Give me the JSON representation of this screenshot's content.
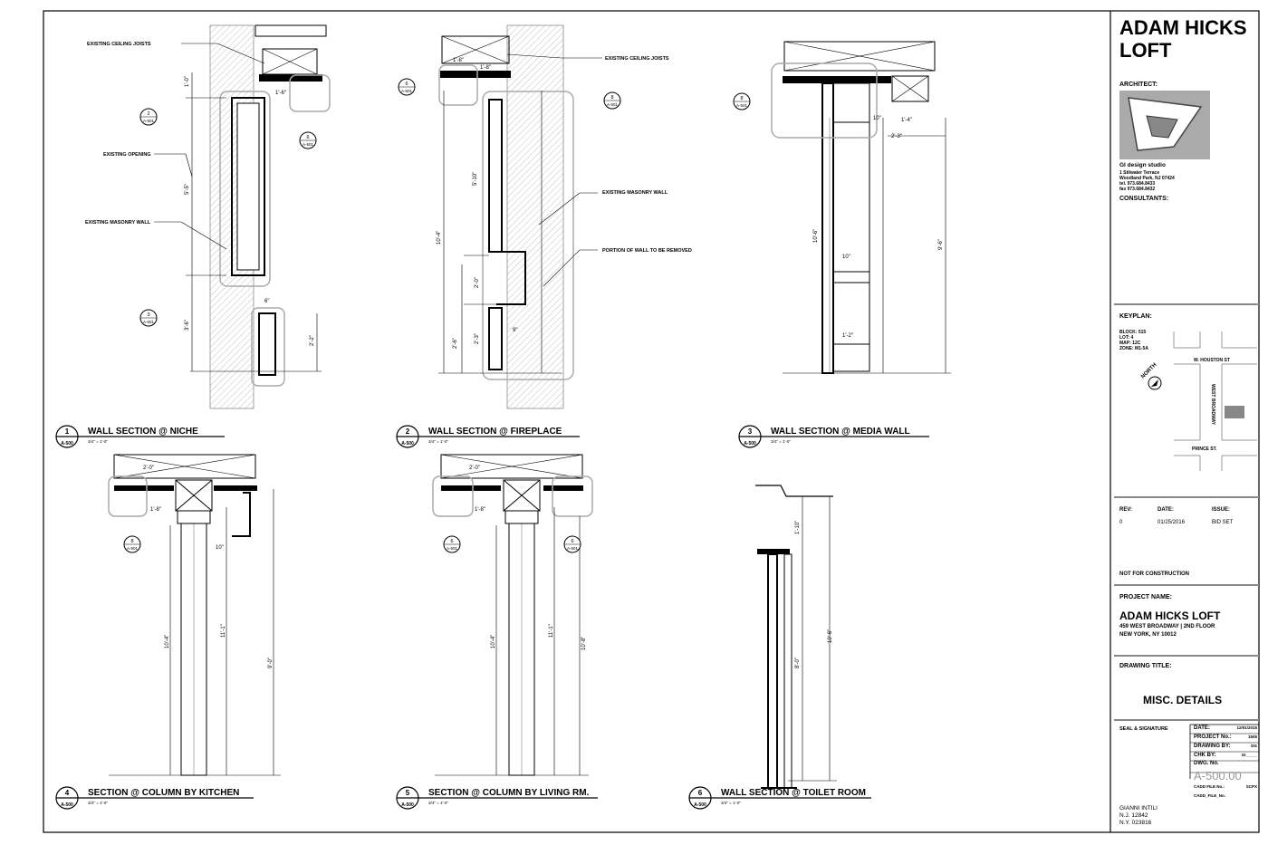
{
  "sheet": {
    "project_title": "ADAM HICKS LOFT",
    "architect_label": "ARCHITECT:",
    "architect_firm": "GI design studio",
    "architect_address": [
      "1 Stilwater Terrace",
      "Woodland Park, NJ 07424",
      "tel. 973.684.8433",
      "fax 973.684.8432"
    ],
    "consultants_label": "CONSULTANTS:",
    "keyplan_label": "KEYPLAN:",
    "keyplan_info": [
      "BLOCK: 515",
      "LOT: 4",
      "MAP: 12C",
      "ZONE: M1-5A"
    ],
    "keyplan_streets": {
      "north": "W. HOUSTON ST",
      "east": "WEST BROADWAY",
      "south": "PRINCE ST."
    },
    "north_label": "NORTH",
    "rev_headers": [
      "REV:",
      "DATE:",
      "ISSUE:"
    ],
    "rev_row": [
      "0",
      "01/25/2016",
      "BID SET"
    ],
    "not_for_construction": "NOT FOR CONSTRUCTION",
    "project_name_label": "PROJECT NAME:",
    "project_name": "ADAM HICKS LOFT",
    "project_address": [
      "459 WEST BROADWAY | 2ND FLOOR",
      "NEW YORK, NY 10012"
    ],
    "drawing_title_label": "DRAWING TITLE:",
    "drawing_title": "MISC. DETAILS",
    "seal_label": "SEAL & SIGNATURE",
    "info_rows": [
      {
        "label": "DATE:",
        "value": "12/01/2015"
      },
      {
        "label": "PROJECT No.:",
        "value": "1505"
      },
      {
        "label": "DRAWING BY:",
        "value": "DG"
      },
      {
        "label": "CHK BY:",
        "value": "GI_____"
      },
      {
        "label": "DWG. No.",
        "value": ""
      }
    ],
    "dwg_number": "A-500.00",
    "cadd_label": "CADD FILE No.:",
    "cadd_value": "SCPX",
    "cadd_file_label": "CADD_FILE_No.",
    "architect_signature": [
      "GIANNI INTILI",
      "N.J. 12842",
      "N.Y. 023816"
    ]
  },
  "details": [
    {
      "number": "1",
      "sheet": "A-500",
      "title": "WALL SECTION @ NICHE",
      "scale": "3/4\" = 1'-0\""
    },
    {
      "number": "2",
      "sheet": "A-500",
      "title": "WALL SECTION @ FIREPLACE",
      "scale": "3/4\" = 1'-0\""
    },
    {
      "number": "3",
      "sheet": "A-500",
      "title": "WALL SECTION @ MEDIA WALL",
      "scale": "3/4\" = 1'-0\""
    },
    {
      "number": "4",
      "sheet": "A-500",
      "title": "SECTION @ COLUMN BY KITCHEN",
      "scale": "3/4\" = 1'-0\""
    },
    {
      "number": "5",
      "sheet": "A-500",
      "title": "SECTION @ COLUMN BY LIVING RM.",
      "scale": "3/4\" = 1'-0\""
    },
    {
      "number": "6",
      "sheet": "A-500",
      "title": "WALL SECTION @ TOILET ROOM",
      "scale": "3/4\" = 1'-0\""
    }
  ],
  "notes": {
    "ceiling_joists": "EXISTING CEILING JOISTS",
    "existing_opening": "EXISTING OPENING",
    "masonry_wall": "EXISTING MASONRY WALL",
    "masonry_wall_2": "EXISTING MASONRY WALL",
    "wall_removed": "PORTION OF WALL TO BE REMOVED"
  },
  "callouts": [
    {
      "num": "2",
      "sheet": "A-501"
    },
    {
      "num": "3",
      "sheet": "A-501"
    },
    {
      "num": "6",
      "sheet": "A-501"
    },
    {
      "num": "6",
      "sheet": "A-501"
    },
    {
      "num": "8",
      "sheet": "A-501"
    },
    {
      "num": "8",
      "sheet": "A-501"
    },
    {
      "num": "8",
      "sheet": "A-501"
    },
    {
      "num": "6",
      "sheet": "A-501"
    },
    {
      "num": "6",
      "sheet": "A-501"
    }
  ],
  "dims": {
    "d1_a": "1'-0\"",
    "d1_b": "1'-6\"",
    "d1_c": "5'-5\"",
    "d1_d": "3'-6\"",
    "d1_e": "2'-2\"",
    "d1_f": "6\"",
    "d2_a": "1'-8\"",
    "d2_b": "1'-8\"",
    "d2_c": "5'-10\"",
    "d2_d": "10'-4\"",
    "d2_e": "2'-0\"",
    "d2_f": "2'-6\"",
    "d2_g": "2'-3\"",
    "d2_h": "9\"",
    "d3_a": "10\"",
    "d3_b": "1'-4\"",
    "d3_c": "2'-3\"",
    "d3_d": "10'-6\"",
    "d3_e": "9'-6\"",
    "d3_f": "10\"",
    "d3_g": "1'-2\"",
    "d4_a": "2'-0\"",
    "d4_b": "1'-8\"",
    "d4_c": "10'-4\"",
    "d4_d": "11'-1\"",
    "d4_e": "9'-0\"",
    "d4_f": "10\"",
    "d5_a": "2'-0\"",
    "d5_b": "1'-8\"",
    "d5_c": "10'-4\"",
    "d5_d": "11'-1\"",
    "d5_e": "10'-8\"",
    "d6_a": "1'-10\"",
    "d6_b": "8'-0\"",
    "d6_c": "10'-6\""
  }
}
